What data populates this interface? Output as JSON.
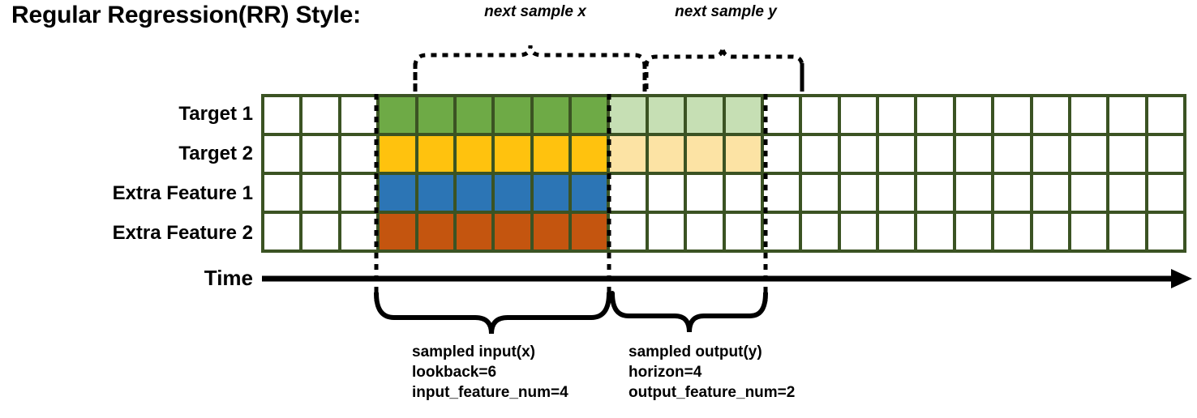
{
  "title": "Regular Regression(RR) Style:",
  "top_annotations": {
    "next_x": "next sample x",
    "next_y": "next sample y"
  },
  "rows": [
    {
      "label": "Target 1",
      "fill": "green",
      "light": "green-lt"
    },
    {
      "label": "Target 2",
      "fill": "yellow",
      "light": "yellow-lt"
    },
    {
      "label": "Extra Feature 1",
      "fill": "blue",
      "light": null
    },
    {
      "label": "Extra Feature 2",
      "fill": "orange",
      "light": null
    }
  ],
  "grid": {
    "columns": 24,
    "lead_empty": 3,
    "lookback_cols": 6,
    "horizon_cols": 4,
    "trail_empty": 11,
    "line_color": "#3B5323"
  },
  "axis": {
    "label": "Time",
    "arrow": "right-arrow-icon"
  },
  "colors": {
    "green": "#6EAA46",
    "green_light": "#C6DFB4",
    "yellow": "#FFC20E",
    "yellow_light": "#FCE3A4",
    "blue": "#2C75B5",
    "orange": "#C4550F",
    "grid_line": "#3B5323",
    "ink": "#000000"
  },
  "captions": {
    "input": {
      "line1": "sampled input(x)",
      "line2": "lookback=6",
      "line3": "input_feature_num=4"
    },
    "output": {
      "line1": "sampled output(y)",
      "line2": "horizon=4",
      "line3": "output_feature_num=2"
    }
  }
}
